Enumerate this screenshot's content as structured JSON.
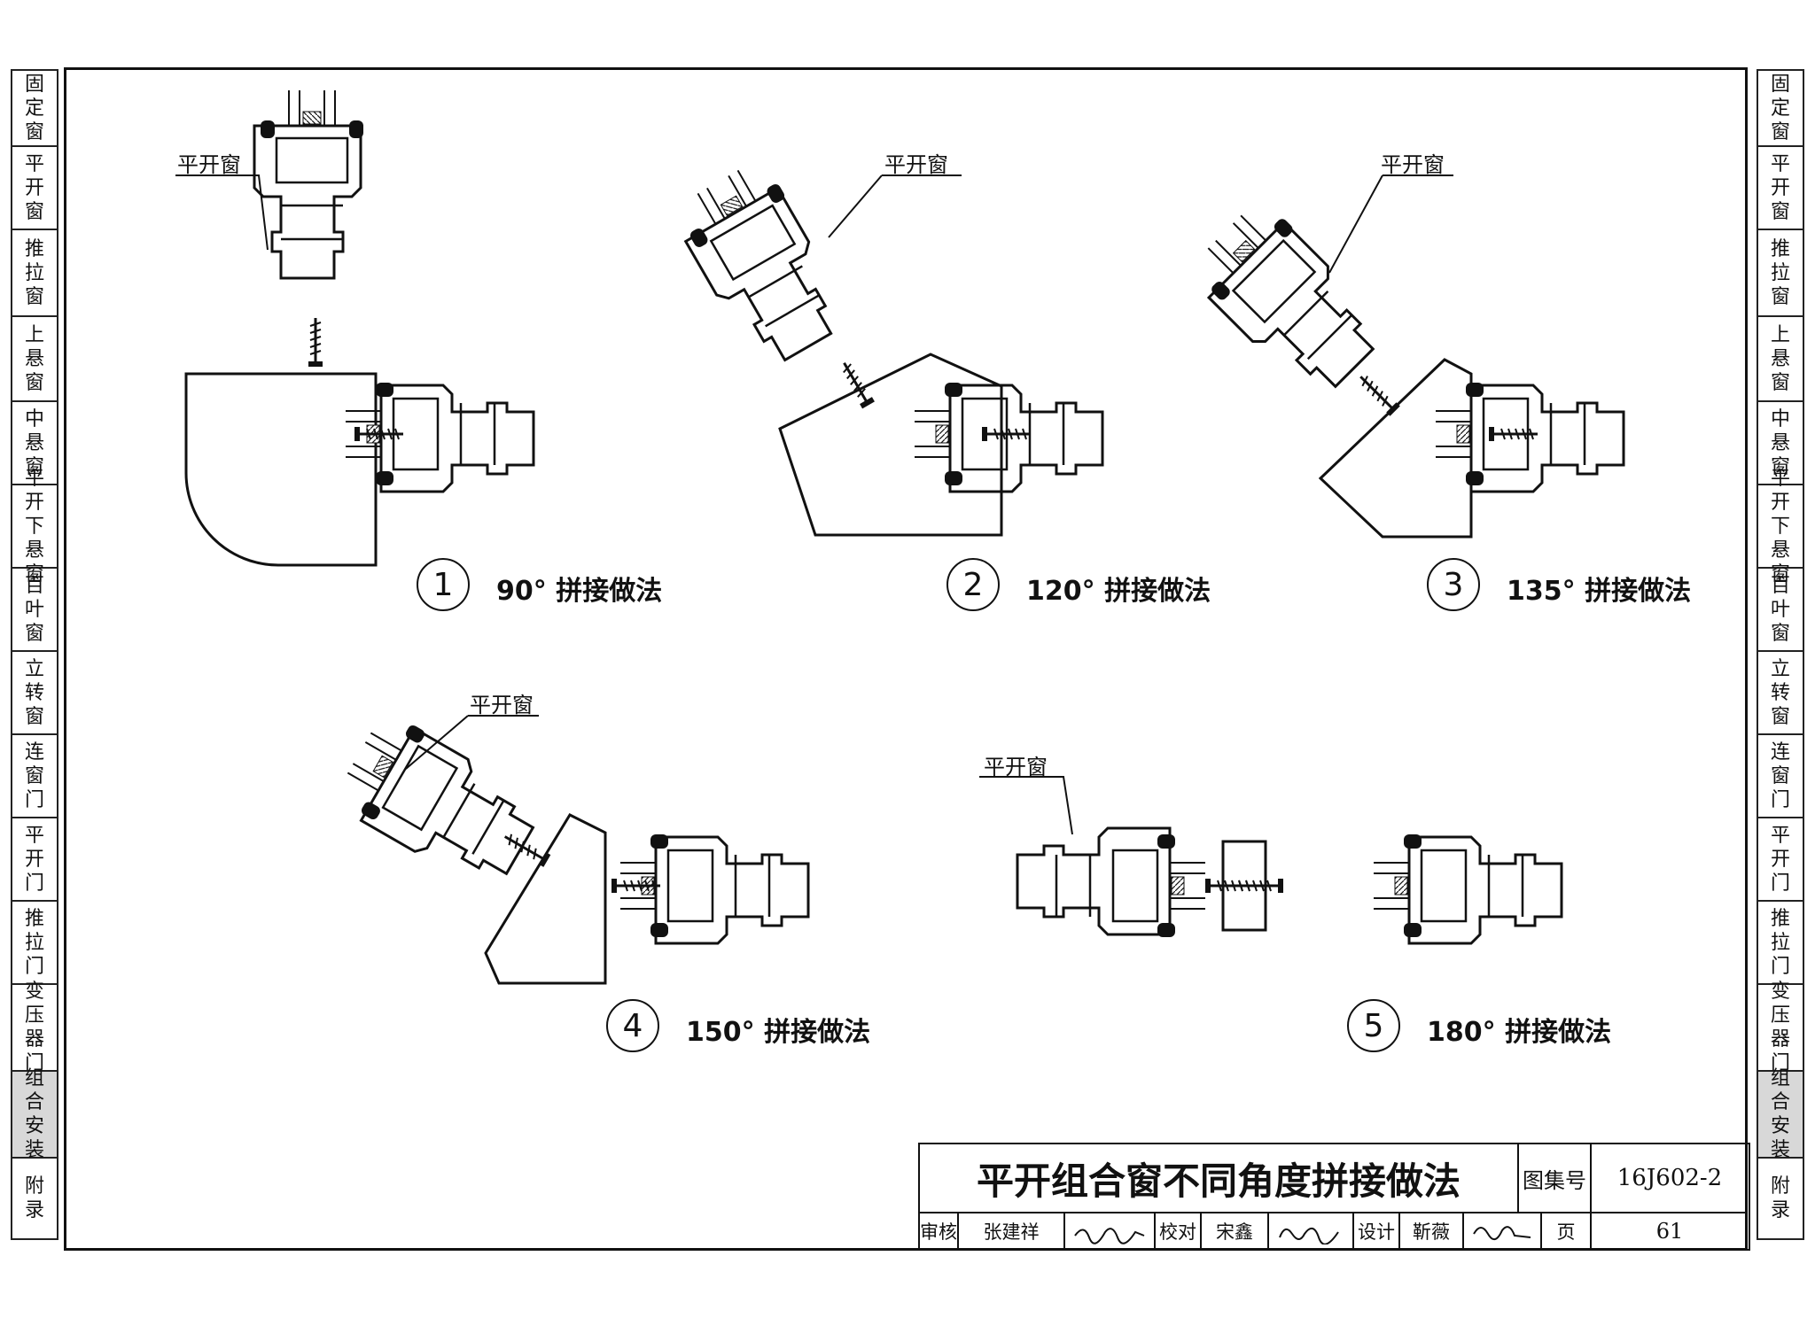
{
  "sidebar_left": [
    {
      "label": "固定窗"
    },
    {
      "label": "平开窗"
    },
    {
      "label": "推拉窗"
    },
    {
      "label": "上悬窗"
    },
    {
      "label": "中悬窗"
    },
    {
      "label": "平开下悬窗"
    },
    {
      "label": "百叶窗"
    },
    {
      "label": "立转窗"
    },
    {
      "label": "连窗门"
    },
    {
      "label": "平开门"
    },
    {
      "label": "推拉门"
    },
    {
      "label": "变压器门"
    },
    {
      "label": "组合安装",
      "active": true
    },
    {
      "label": "附录"
    }
  ],
  "sidebar_right": [
    {
      "label": "固定窗"
    },
    {
      "label": "平开窗"
    },
    {
      "label": "推拉窗"
    },
    {
      "label": "上悬窗"
    },
    {
      "label": "中悬窗"
    },
    {
      "label": "平开下悬窗"
    },
    {
      "label": "百叶窗"
    },
    {
      "label": "立转窗"
    },
    {
      "label": "连窗门"
    },
    {
      "label": "平开门"
    },
    {
      "label": "推拉门"
    },
    {
      "label": "变压器门"
    },
    {
      "label": "组合安装",
      "active": true
    },
    {
      "label": "附录"
    }
  ],
  "details": [
    {
      "num": "1",
      "caption": "90° 拼接做法",
      "leader": "平开窗"
    },
    {
      "num": "2",
      "caption": "120° 拼接做法",
      "leader": "平开窗"
    },
    {
      "num": "3",
      "caption": "135° 拼接做法",
      "leader": "平开窗"
    },
    {
      "num": "4",
      "caption": "150° 拼接做法",
      "leader": "平开窗"
    },
    {
      "num": "5",
      "caption": "180° 拼接做法",
      "leader": "平开窗"
    }
  ],
  "title_block": {
    "title": "平开组合窗不同角度拼接做法",
    "atlas_label": "图集号",
    "atlas_no": "16J602-2",
    "review_label": "审核",
    "reviewer": "张建祥",
    "check_label": "校对",
    "checker": "宋鑫",
    "design_label": "设计",
    "designer": "靳薇",
    "page_label": "页",
    "page_no": "61"
  }
}
